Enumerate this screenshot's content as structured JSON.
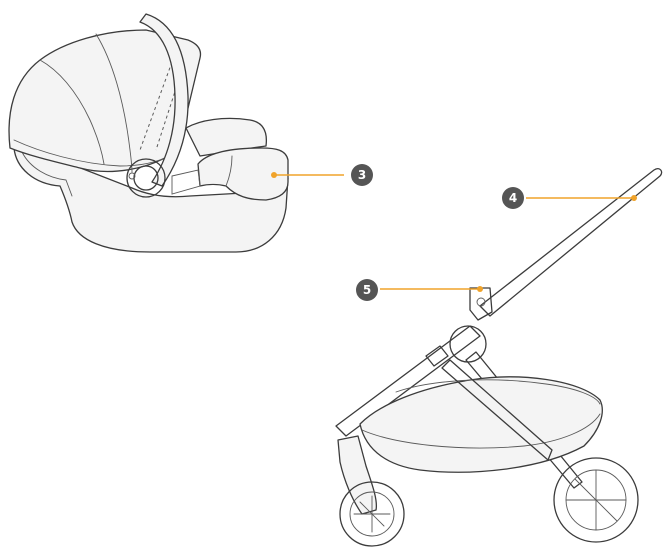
{
  "accent_color": "#f0a32a",
  "badge_color": "#555555",
  "callouts": [
    {
      "number": "3",
      "target": "car-seat-carry-handle-grip"
    },
    {
      "number": "4",
      "target": "stroller-push-handle"
    },
    {
      "number": "5",
      "target": "stroller-fold-latch"
    }
  ],
  "illustrations": [
    "infant-car-seat",
    "stroller-frame"
  ]
}
